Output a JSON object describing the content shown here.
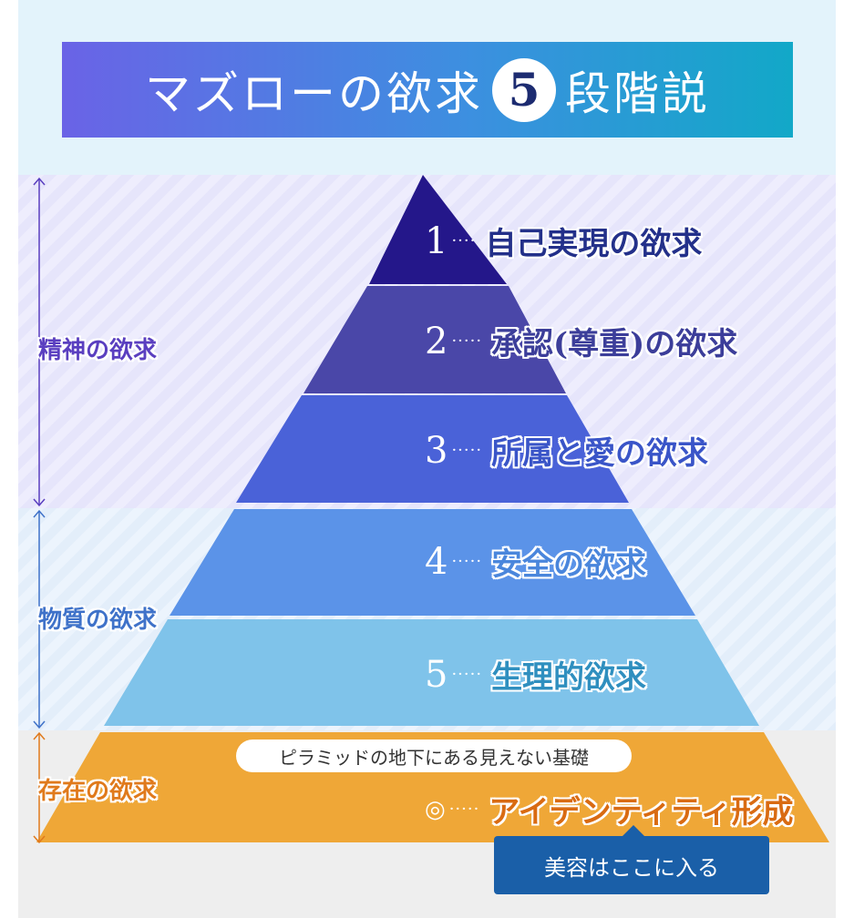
{
  "title": {
    "before": "マズローの欲求",
    "number": "5",
    "after": "段階説"
  },
  "levels": [
    {
      "num": "1",
      "dots": "····",
      "name": "自己実現の欲求",
      "color": "#24178a",
      "name_color": "#23308a"
    },
    {
      "num": "2",
      "dots": "·····",
      "name": "承認(尊重)の欲求",
      "color": "#4a47a8",
      "name_color": "#3c3e9a"
    },
    {
      "num": "3",
      "dots": "·····",
      "name": "所属と愛の欲求",
      "color": "#4a62d8",
      "name_color": "#3a55c8"
    },
    {
      "num": "4",
      "dots": "·····",
      "name": "安全の欲求",
      "color": "#5b93e8",
      "name_color": "#4a86dc"
    },
    {
      "num": "5",
      "dots": "·····",
      "name": "生理的欲求",
      "color": "#7fc3ea",
      "name_color": "#2f8fbf"
    }
  ],
  "base": {
    "mark": "◎",
    "dots": "·····",
    "name": "アイデンティティ形成",
    "color": "#efa737",
    "note": "ピラミッドの地下にある見えない基礎"
  },
  "categories": {
    "spirit": {
      "label": "精神の欲求",
      "color": "#5a3fc0"
    },
    "material": {
      "label": "物質の欲求",
      "color": "#3f72c9"
    },
    "existence": {
      "label": "存在の欲求",
      "color": "#e07a1c"
    }
  },
  "callout": {
    "text": "美容はここに入る",
    "color": "#1a5fa8"
  }
}
